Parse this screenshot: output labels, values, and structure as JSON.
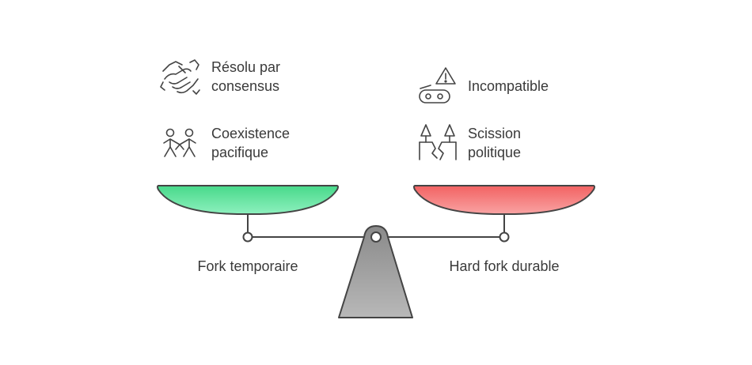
{
  "left": {
    "caption": "Fork temporaire",
    "items": [
      {
        "line1": "Résolu par",
        "line2": "consensus",
        "icon": "handshake-icon"
      },
      {
        "line1": "Coexistence",
        "line2": "pacifique",
        "icon": "people-icon"
      }
    ],
    "pan_color": "#56e39a"
  },
  "right": {
    "caption": "Hard fork durable",
    "items": [
      {
        "line1": "Incompatible",
        "line2": "",
        "icon": "broken-chain-warning-icon"
      },
      {
        "line1": "Scission",
        "line2": "politique",
        "icon": "split-ground-trees-icon"
      }
    ],
    "pan_color": "#f47a7a"
  },
  "fulcrum_color": "#9d9d9d"
}
